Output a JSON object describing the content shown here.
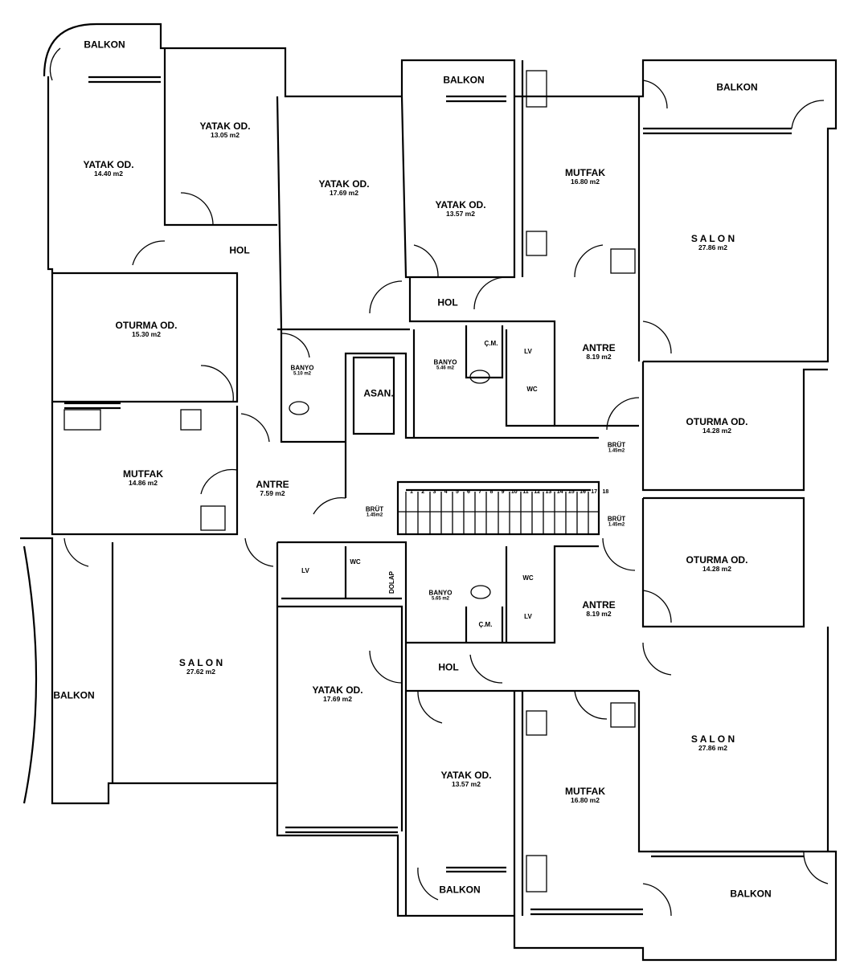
{
  "rooms": [
    {
      "name": "BALKON",
      "area": ""
    },
    {
      "name": "YATAK OD.",
      "area": "14.40 m2"
    },
    {
      "name": "YATAK OD.",
      "area": "13.05 m2"
    },
    {
      "name": "YATAK OD.",
      "area": "17.69 m2"
    },
    {
      "name": "YATAK OD.",
      "area": "13.57 m2"
    },
    {
      "name": "BALKON",
      "area": ""
    },
    {
      "name": "MUTFAK",
      "area": "16.80 m2"
    },
    {
      "name": "BALKON",
      "area": ""
    },
    {
      "name": "S A L O N",
      "area": "27.86 m2"
    },
    {
      "name": "HOL",
      "area": ""
    },
    {
      "name": "HOL",
      "area": ""
    },
    {
      "name": "OTURMA  OD.",
      "area": "15.30 m2"
    },
    {
      "name": "BANYO",
      "area": "5.10 m2"
    },
    {
      "name": "ASAN.",
      "area": ""
    },
    {
      "name": "BANYO",
      "area": "5.46 m2"
    },
    {
      "name": "Ç.M.",
      "area": ""
    },
    {
      "name": "LV",
      "area": ""
    },
    {
      "name": "WC",
      "area": ""
    },
    {
      "name": "ANTRE",
      "area": "8.19 m2"
    },
    {
      "name": "OTURMA  OD.",
      "area": "14.28 m2"
    },
    {
      "name": "BRÜT",
      "area": "1.45m2"
    },
    {
      "name": "MUTFAK",
      "area": "14.86 m2"
    },
    {
      "name": "ANTRE",
      "area": "7.59 m2"
    },
    {
      "name": "BRÜT",
      "area": "1.45m2"
    },
    {
      "name": "BRÜT",
      "area": "1.45m2"
    },
    {
      "name": "OTURMA  OD.",
      "area": "14.28 m2"
    },
    {
      "name": "LV",
      "area": ""
    },
    {
      "name": "WC",
      "area": ""
    },
    {
      "name": "DOLAP",
      "area": ""
    },
    {
      "name": "BANYO",
      "area": "5.65 m2"
    },
    {
      "name": "WC",
      "area": ""
    },
    {
      "name": "Ç.M.",
      "area": ""
    },
    {
      "name": "LV",
      "area": ""
    },
    {
      "name": "ANTRE",
      "area": "8.19 m2"
    },
    {
      "name": "S A L O N",
      "area": "27.62 m2"
    },
    {
      "name": "HOL",
      "area": ""
    },
    {
      "name": "YATAK OD.",
      "area": "17.69 m2"
    },
    {
      "name": "BALKON",
      "area": ""
    },
    {
      "name": "YATAK OD.",
      "area": "13.57 m2"
    },
    {
      "name": "MUTFAK",
      "area": "16.80 m2"
    },
    {
      "name": "S A L O N",
      "area": "27.86 m2"
    },
    {
      "name": "BALKON",
      "area": ""
    },
    {
      "name": "BALKON",
      "area": ""
    }
  ],
  "stairs": {
    "steps": [
      "1",
      "2",
      "3",
      "4",
      "5",
      "6",
      "7",
      "8",
      "9",
      "10",
      "11",
      "12",
      "13",
      "14",
      "15",
      "16",
      "17",
      "18"
    ]
  }
}
